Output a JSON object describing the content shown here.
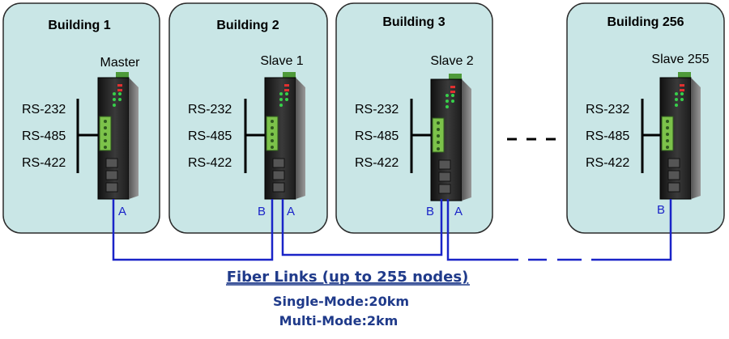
{
  "buildings": [
    {
      "title": "Building 1",
      "role": "Master",
      "ports": [
        "RS-232",
        "RS-485",
        "RS-422"
      ],
      "fiber_ports": [
        "A"
      ]
    },
    {
      "title": "Building 2",
      "role": "Slave 1",
      "ports": [
        "RS-232",
        "RS-485",
        "RS-422"
      ],
      "fiber_ports": [
        "B",
        "A"
      ]
    },
    {
      "title": "Building 3",
      "role": "Slave 2",
      "ports": [
        "RS-232",
        "RS-485",
        "RS-422"
      ],
      "fiber_ports": [
        "B",
        "A"
      ]
    },
    {
      "title": "Building 256",
      "role": "Slave 255",
      "ports": [
        "RS-232",
        "RS-485",
        "RS-422"
      ],
      "fiber_ports": [
        "B"
      ]
    }
  ],
  "fiber": {
    "title": "Fiber Links (up to 255 nodes)",
    "single_mode": "Single-Mode:20km",
    "multi_mode": "Multi-Mode:2km"
  },
  "colors": {
    "building_fill": "#c9e6e6",
    "building_stroke": "#2b2b2b",
    "fiber_line": "#1a24c8",
    "fiber_text": "#1f3a8a",
    "device_body": "#2a2a2a",
    "terminal_block": "#7cc24a"
  }
}
